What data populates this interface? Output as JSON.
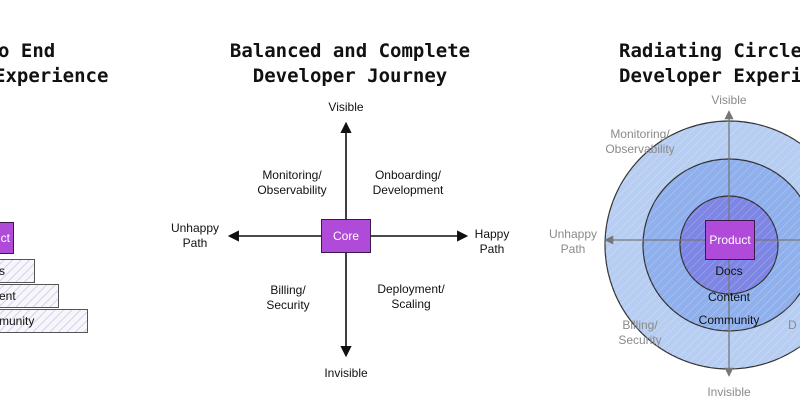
{
  "left_panel": {
    "title_lines": [
      "o End",
      "Experience"
    ],
    "core_label": "ct",
    "stairs": [
      "s",
      "ent",
      "munity"
    ]
  },
  "center_panel": {
    "title_lines": [
      "Balanced and Complete",
      "Developer Journey"
    ],
    "core_label": "Core",
    "top": "Visible",
    "bottom": "Invisible",
    "left": [
      "Unhappy",
      "Path"
    ],
    "right": [
      "Happy",
      "Path"
    ],
    "q_top_left": [
      "Monitoring/",
      "Observability"
    ],
    "q_top_right": [
      "Onboarding/",
      "Development"
    ],
    "q_bottom_left": [
      "Billing/",
      "Security"
    ],
    "q_bottom_right": [
      "Deployment/",
      "Scaling"
    ]
  },
  "right_panel": {
    "title_lines": [
      "Radiating Circle",
      "Developer Experi"
    ],
    "core_label": "Product",
    "top": "Visible",
    "bottom": "Invisible",
    "left": [
      "Unhappy",
      "Path"
    ],
    "q_top_left": [
      "Monitoring/",
      "Observability"
    ],
    "q_bottom_left": [
      "Billing/",
      "Security"
    ],
    "q_bottom_right_partial": "D",
    "rings": [
      "Docs",
      "Content",
      "Community"
    ]
  },
  "colors": {
    "core_purple": "#b04ad8",
    "ring_outer": "#b7cef2",
    "ring_middle": "#8fb0ec",
    "ring_inner": "#7d86e4",
    "muted_text": "#8a8a8a"
  }
}
